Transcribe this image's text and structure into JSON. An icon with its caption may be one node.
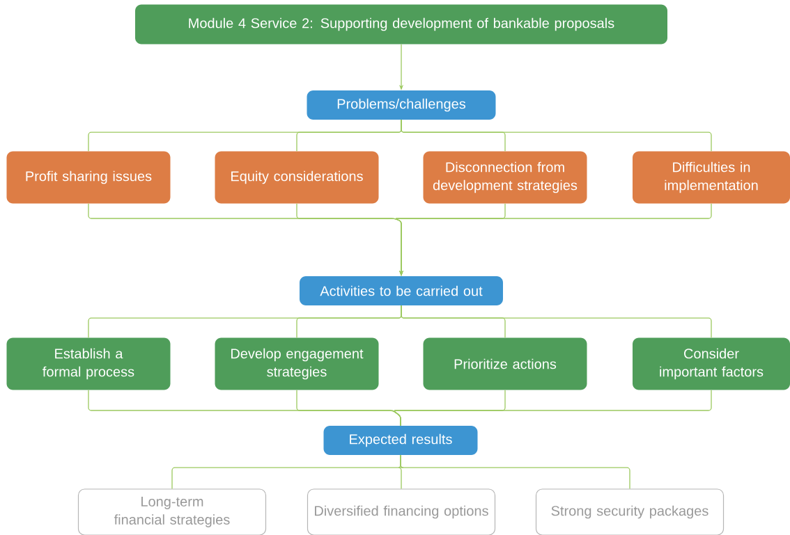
{
  "diagram": {
    "nodes": [
      {
        "text": [
          "Module 4 Service 2: Supporting development of bankable proposals"
        ]
      },
      {
        "text": [
          "Problems/challenges"
        ]
      },
      {
        "text": [
          "Profit sharing issues"
        ]
      },
      {
        "text": [
          "Equity considerations"
        ]
      },
      {
        "text": [
          "Disconnection from development strategies"
        ]
      },
      {
        "text": [
          "Difficulties in implementation"
        ]
      },
      {
        "text": [
          "Activities to be carried out"
        ]
      },
      {
        "text": [
          "Establish a formal process"
        ]
      },
      {
        "text": [
          "Develop engagement strategies"
        ]
      },
      {
        "text": [
          "Prioritize actions"
        ]
      },
      {
        "text": [
          "Consider important factors"
        ]
      },
      {
        "text": [
          "Expected results"
        ]
      },
      {
        "text": [
          "Long-term financial strategies"
        ]
      },
      {
        "text": [
          "Diversified financing options"
        ]
      },
      {
        "text": [
          "Strong security packages"
        ]
      }
    ],
    "edges": [
      {
        "from": 0,
        "to": 1,
        "arrow": "to"
      },
      {
        "from": 1,
        "to": 2,
        "arrow": "none"
      },
      {
        "from": 1,
        "to": 3,
        "arrow": "none"
      },
      {
        "from": 1,
        "to": 4,
        "arrow": "none"
      },
      {
        "from": 1,
        "to": 5,
        "arrow": "none"
      },
      {
        "from": 2,
        "to": 6,
        "arrow": "to"
      },
      {
        "from": 3,
        "to": 6,
        "arrow": "to"
      },
      {
        "from": 4,
        "to": 6,
        "arrow": "to"
      },
      {
        "from": 5,
        "to": 6,
        "arrow": "to"
      },
      {
        "from": 6,
        "to": 7,
        "arrow": "none"
      },
      {
        "from": 6,
        "to": 8,
        "arrow": "none"
      },
      {
        "from": 6,
        "to": 9,
        "arrow": "none"
      },
      {
        "from": 6,
        "to": 10,
        "arrow": "none"
      },
      {
        "from": 7,
        "to": 11,
        "arrow": "none"
      },
      {
        "from": 8,
        "to": 11,
        "arrow": "none"
      },
      {
        "from": 9,
        "to": 11,
        "arrow": "none"
      },
      {
        "from": 10,
        "to": 11,
        "arrow": "none"
      },
      {
        "from": 11,
        "to": 12,
        "arrow": "none"
      },
      {
        "from": 11,
        "to": 13,
        "arrow": "none"
      },
      {
        "from": 11,
        "to": 14,
        "arrow": "none"
      }
    ]
  }
}
